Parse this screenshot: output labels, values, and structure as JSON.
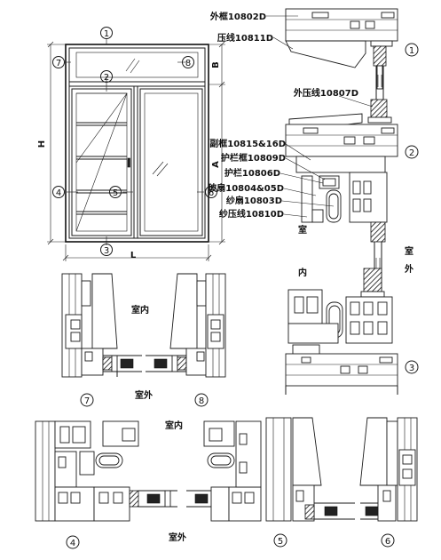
{
  "elevation": {
    "markers": [
      "1",
      "2",
      "3",
      "4",
      "5",
      "6",
      "7",
      "8"
    ],
    "dim_width": "L",
    "dim_height": "H",
    "dim_a": "A",
    "dim_b": "B"
  },
  "section_top": {
    "parts": [
      {
        "label": "外框10802D"
      },
      {
        "label": "压线10811D"
      },
      {
        "label": "外压线10807D"
      },
      {
        "label": "副框10815&16D"
      },
      {
        "label": "护栏框10809D"
      },
      {
        "label": "护栏10806D"
      },
      {
        "label": "玻扇10804&05D"
      },
      {
        "label": "纱扇10803D"
      },
      {
        "label": "纱压线10810D"
      }
    ],
    "indoor_chars": [
      "室",
      "内"
    ],
    "outdoor_chars": [
      "室",
      "外"
    ],
    "circle_1": "1",
    "circle_2": "2",
    "circle_3": "3"
  },
  "section_78": {
    "indoor": "室内",
    "outdoor": "室外",
    "left_circle": "7",
    "right_circle": "8"
  },
  "section_456": {
    "indoor": "室内",
    "outdoor": "室外",
    "circle_4": "4",
    "circle_5": "5",
    "circle_6": "6"
  }
}
